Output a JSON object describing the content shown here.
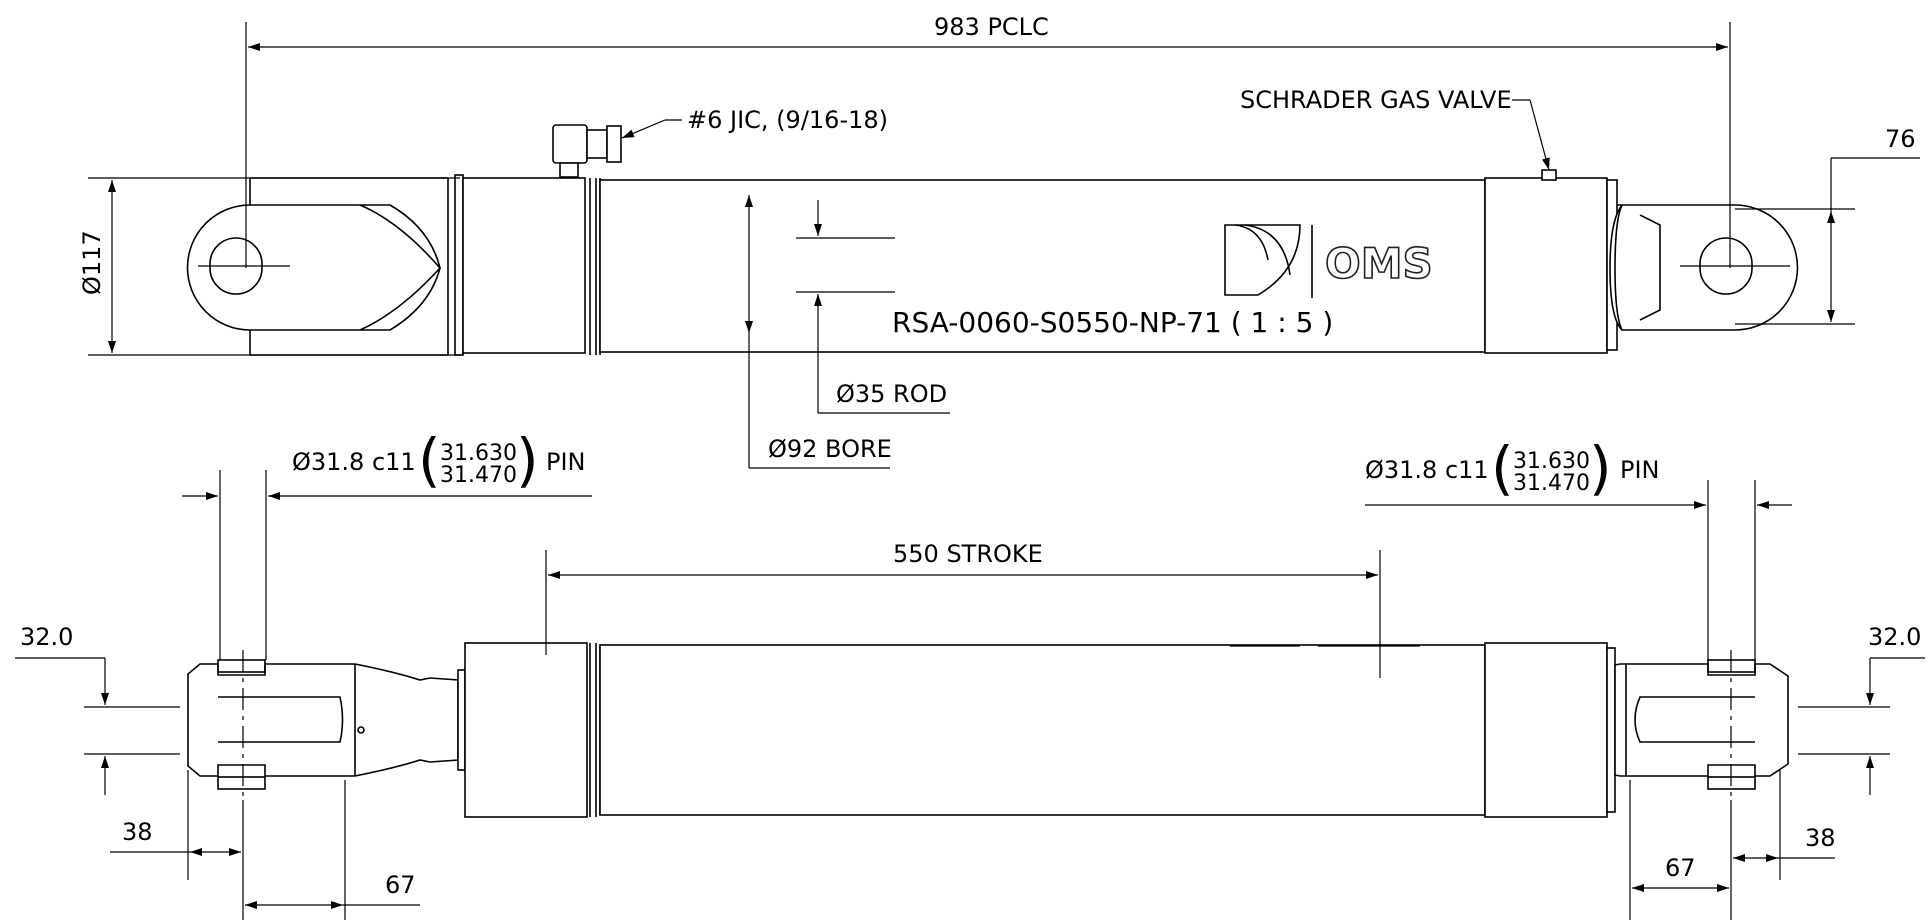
{
  "dims": {
    "pclc": "983 PCLC",
    "fitting": "#6 JIC, (9/16-18)",
    "gas_valve": "SCHRADER GAS VALVE",
    "dia_body": "Ø117",
    "eye_width": "76",
    "rod": "Ø35 ROD",
    "bore": "Ø92 BORE",
    "stroke": "550 STROKE",
    "pin_left": {
      "prefix": "Ø31.8 c11",
      "upper": "31.630",
      "lower": "31.470",
      "suffix": "PIN"
    },
    "pin_right": {
      "prefix": "Ø31.8 c11",
      "upper": "31.630",
      "lower": "31.470",
      "suffix": "PIN"
    },
    "clevis_gap_left": "32.0",
    "clevis_gap_right": "32.0",
    "offset_left_38": "38",
    "offset_left_67": "67",
    "offset_right_38": "38",
    "offset_right_67": "67"
  },
  "part_number": "RSA-0060-S0550-NP-71 ( 1 : 5 )",
  "logo": {
    "text": "OMS"
  }
}
